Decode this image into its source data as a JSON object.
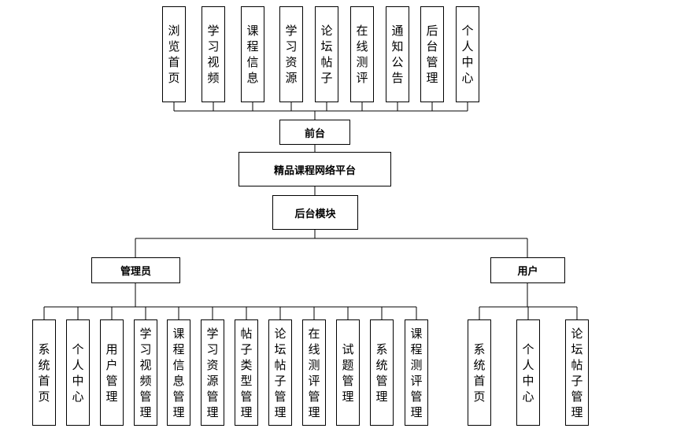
{
  "diagram": {
    "platform": "精品课程网络平台",
    "frontend": {
      "label": "前台",
      "items": [
        "浏览首页",
        "学习视频",
        "课程信息",
        "学习资源",
        "论坛帖子",
        "在线测评",
        "通知公告",
        "后台管理",
        "个人中心"
      ]
    },
    "backend": {
      "label": "后台模块",
      "admin": {
        "label": "管理员",
        "items": [
          "系统首页",
          "个人中心",
          "用户管理",
          "学习视频管理",
          "课程信息管理",
          "学习资源管理",
          "帖子类型管理",
          "论坛帖子管理",
          "在线测评管理",
          "试题管理",
          "系统管理",
          "课程测评管理"
        ]
      },
      "user": {
        "label": "用户",
        "items": [
          "系统首页",
          "个人中心",
          "论坛帖子管理"
        ]
      }
    }
  }
}
